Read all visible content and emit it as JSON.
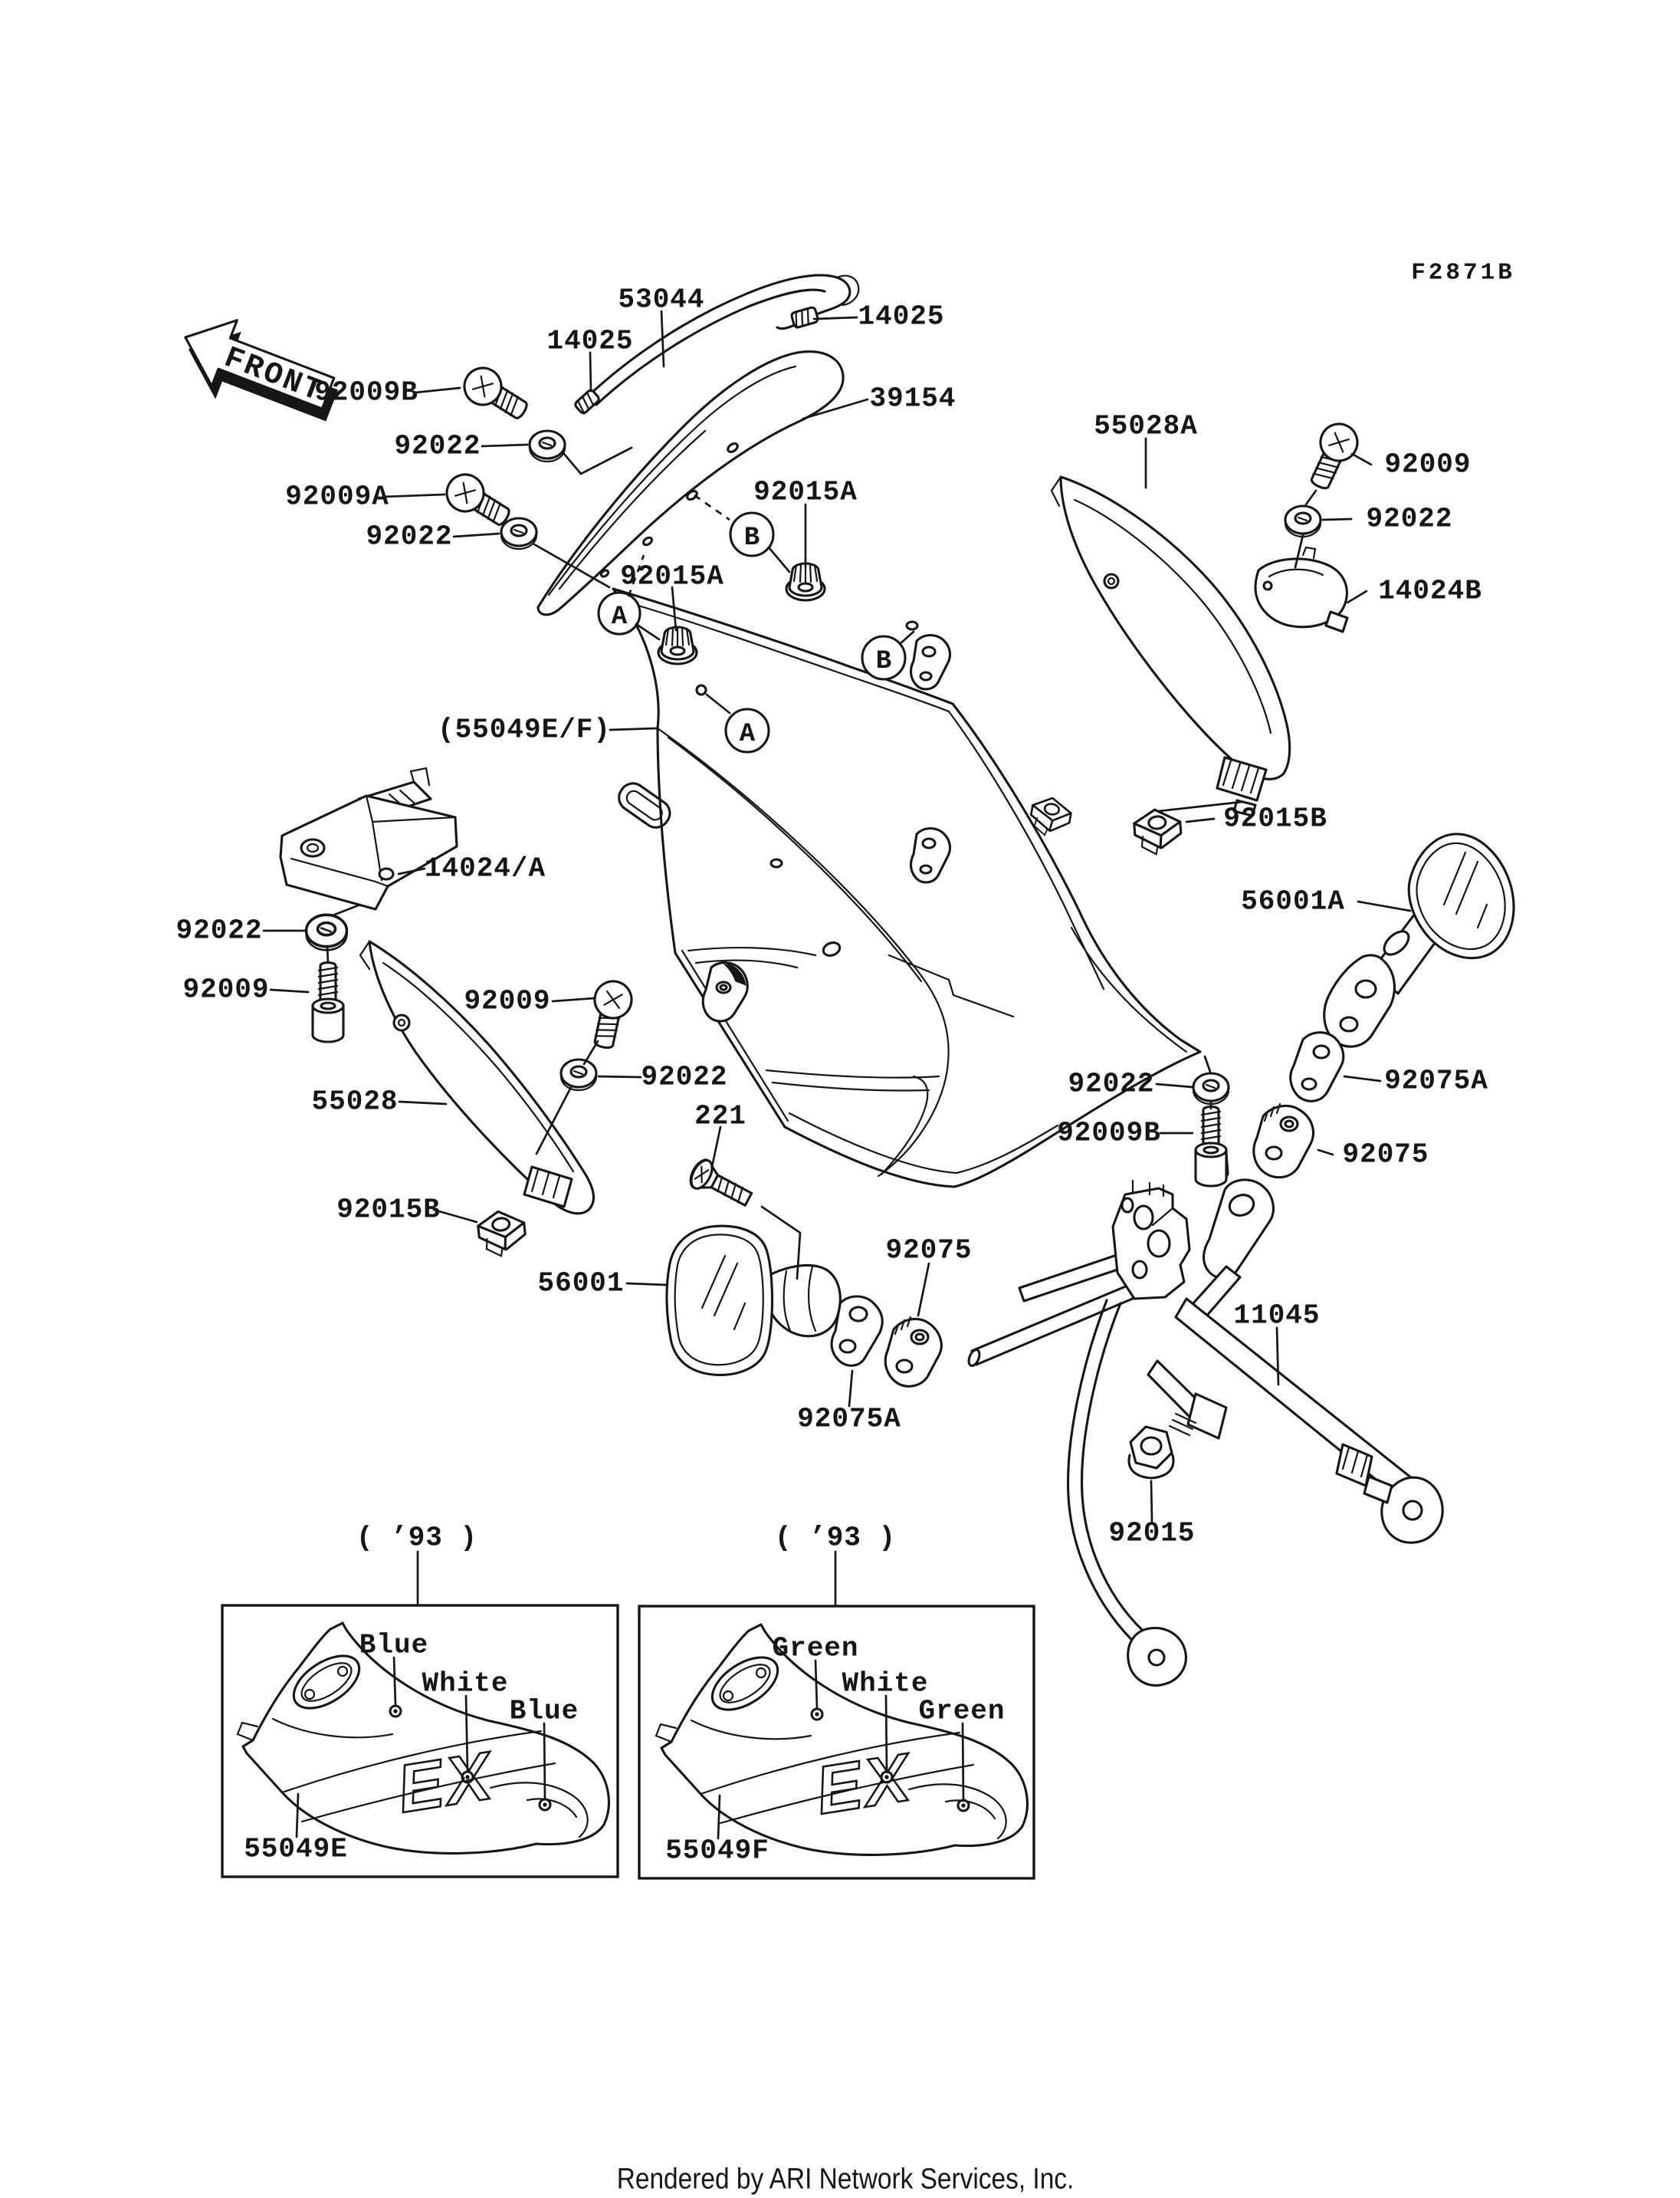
{
  "page": {
    "code": "F2871B",
    "footer": "Rendered by ARI Network Services, Inc.",
    "front_label": "FRONT"
  },
  "callouts": {
    "a": "A",
    "b": "B"
  },
  "labels": [
    {
      "text": "53044"
    },
    {
      "text": "14025"
    },
    {
      "text": "14025"
    },
    {
      "text": "39154"
    },
    {
      "text": "92009B"
    },
    {
      "text": "92022"
    },
    {
      "text": "92009A"
    },
    {
      "text": "92022"
    },
    {
      "text": "92015A"
    },
    {
      "text": "92015A"
    },
    {
      "text": "(55049E/F)"
    },
    {
      "text": "55028A"
    },
    {
      "text": "92009"
    },
    {
      "text": "92022"
    },
    {
      "text": "14024B"
    },
    {
      "text": "92015B"
    },
    {
      "text": "56001A"
    },
    {
      "text": "14024/A"
    },
    {
      "text": "92022"
    },
    {
      "text": "92009"
    },
    {
      "text": "92009"
    },
    {
      "text": "92022"
    },
    {
      "text": "55028"
    },
    {
      "text": "221"
    },
    {
      "text": "92015B"
    },
    {
      "text": "56001"
    },
    {
      "text": "92075"
    },
    {
      "text": "92022"
    },
    {
      "text": "92009B"
    },
    {
      "text": "92075A"
    },
    {
      "text": "92075"
    },
    {
      "text": "11045"
    },
    {
      "text": "92075A"
    },
    {
      "text": "92015"
    }
  ],
  "insets": [
    {
      "year": "( ’93 )",
      "part": "55049E",
      "colors": [
        "Blue",
        "White",
        "Blue"
      ],
      "logo": "EX"
    },
    {
      "year": "( ’93 )",
      "part": "55049F",
      "colors": [
        "Green",
        "White",
        "Green"
      ],
      "logo": "EX"
    }
  ]
}
